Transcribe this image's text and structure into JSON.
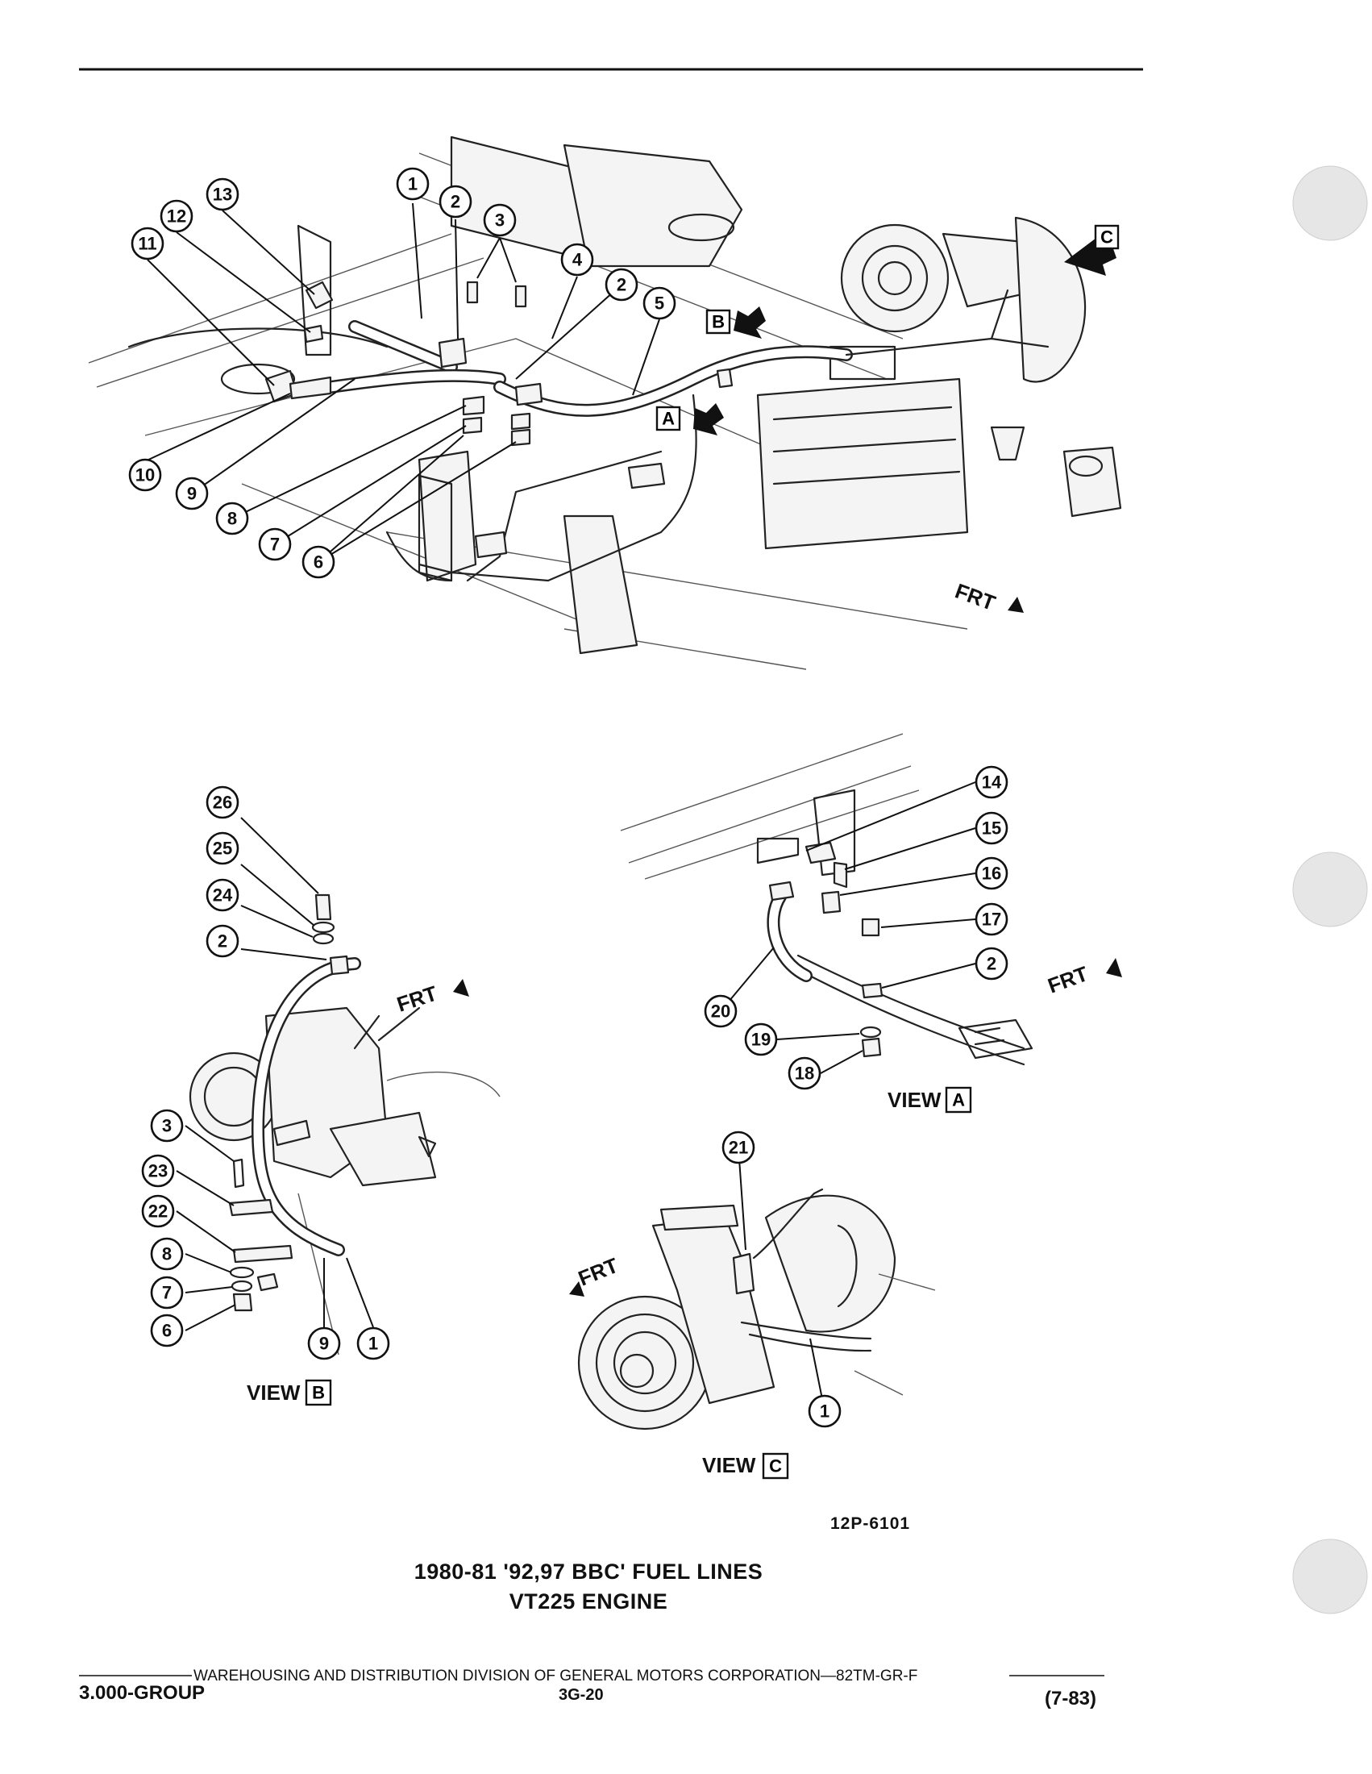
{
  "callouts": {
    "main": [
      "1",
      "2",
      "3",
      "4",
      "2",
      "5",
      "13",
      "12",
      "11",
      "10",
      "9",
      "8",
      "7",
      "6"
    ],
    "view_b": [
      "26",
      "25",
      "24",
      "2",
      "3",
      "23",
      "22",
      "8",
      "7",
      "6",
      "9",
      "1"
    ],
    "view_a": [
      "14",
      "15",
      "16",
      "17",
      "2",
      "20",
      "19",
      "18"
    ],
    "view_c": [
      "21",
      "1"
    ]
  },
  "view_refs": {
    "a": "A",
    "b": "B",
    "c": "C"
  },
  "view_labels": {
    "a": "VIEW",
    "b": "VIEW",
    "c": "VIEW"
  },
  "frt_label": "FRT",
  "figure_number": "12P-6101",
  "caption": {
    "line1": "1980-81 '92,97 BBC' FUEL LINES",
    "line2": "VT225 ENGINE"
  },
  "footer": {
    "publisher": "WAREHOUSING AND DISTRIBUTION  DIVISION OF GENERAL MOTORS CORPORATION—82TM-GR-F",
    "section": "3.000-GROUP",
    "page": "3G-20",
    "date": "(7-83)"
  }
}
